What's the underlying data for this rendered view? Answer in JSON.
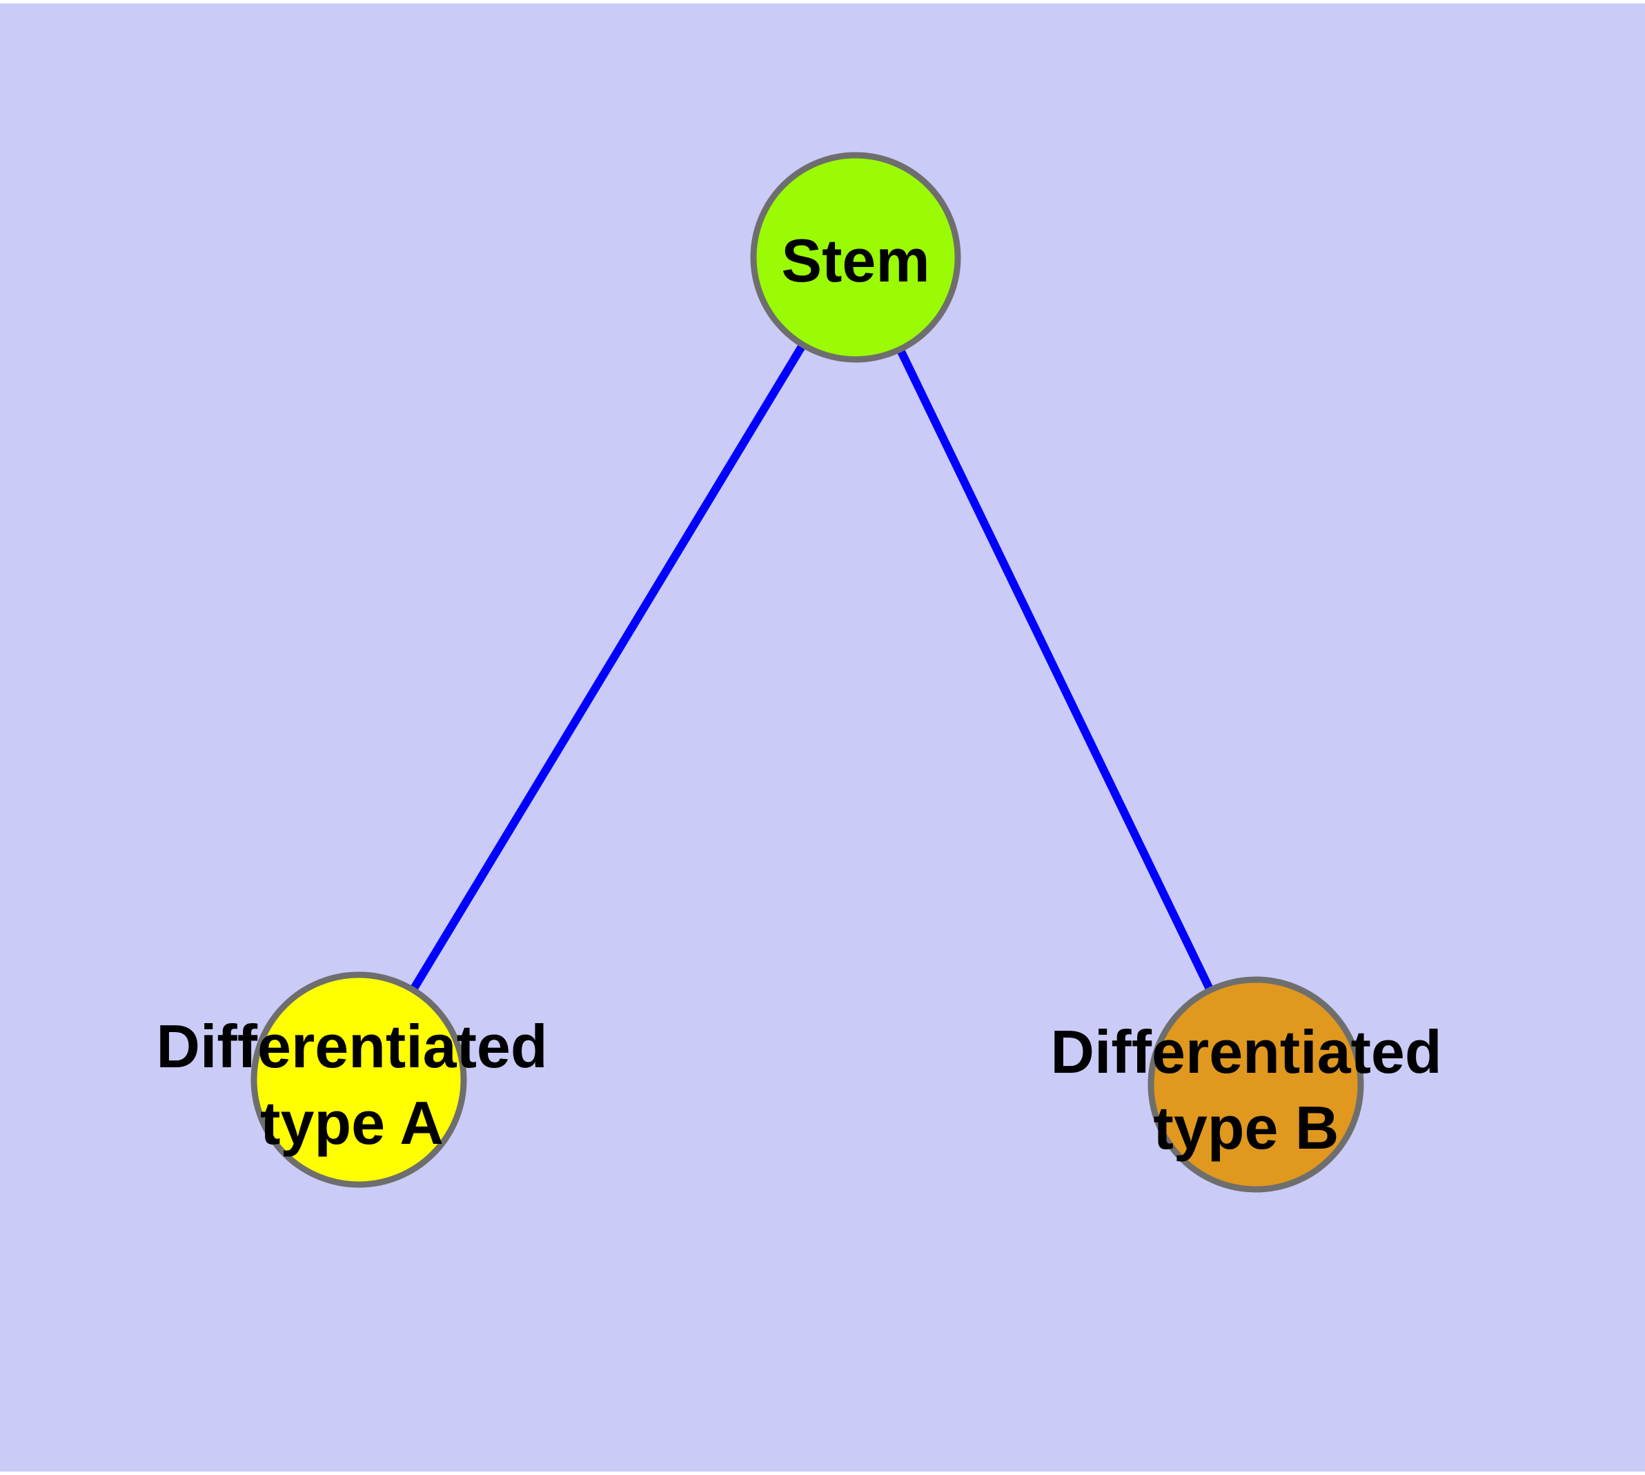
{
  "colors": {
    "background": "#CBCBF8",
    "page_margin": "#FFFFFF",
    "node_border_gray": "#6E6E6E",
    "label_text": "#000000"
  },
  "graph": {
    "type": "node-link-diagram",
    "nodes": [
      {
        "id": "stem",
        "label": "Stem",
        "lines": [
          "Stem"
        ],
        "fill": "#9AFB04"
      },
      {
        "id": "differentiated-type-a",
        "label": "Differentiated type A",
        "lines": [
          "Differentiated",
          "type A"
        ],
        "fill": "#FFFF00"
      },
      {
        "id": "differentiated-type-b",
        "label": "Differentiated type B",
        "lines": [
          "Differentiated",
          "type B"
        ],
        "fill": "#E0981E"
      }
    ],
    "edges": [
      {
        "from": "stem",
        "to": "differentiated-type-a",
        "color": "#0000FF"
      },
      {
        "from": "stem",
        "to": "differentiated-type-b",
        "color": "#0000FF"
      }
    ]
  }
}
